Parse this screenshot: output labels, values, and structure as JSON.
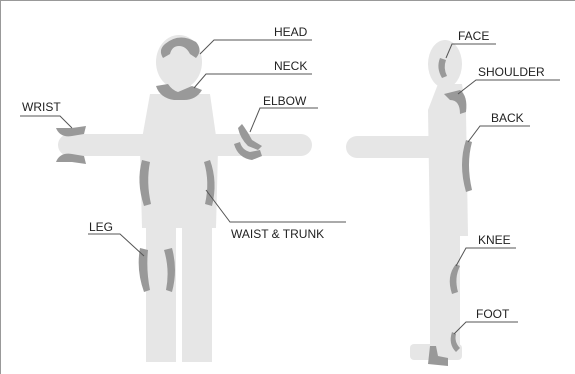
{
  "labels": {
    "head": "HEAD",
    "neck": "NECK",
    "wrist": "WRIST",
    "elbow": "ELBOW",
    "leg": "LEG",
    "waist": "WAIST & TRUNK",
    "face": "FACE",
    "shoulder": "SHOULDER",
    "back": "BACK",
    "knee": "KNEE",
    "foot": "FOOT"
  },
  "colors": {
    "body": "#e6e6e6",
    "pad": "#999999",
    "line": "#555555"
  }
}
